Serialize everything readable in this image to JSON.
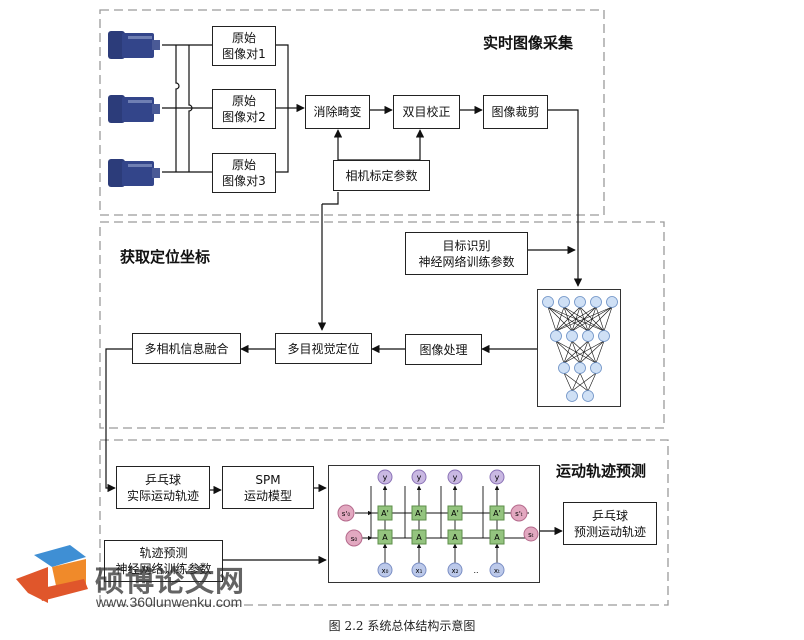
{
  "sections": {
    "capture": "实时图像采集",
    "locate": "获取定位坐标",
    "predict": "运动轨迹预测"
  },
  "boxes": {
    "raw1": [
      "原始",
      "图像对1"
    ],
    "raw2": [
      "原始",
      "图像对2"
    ],
    "raw3": [
      "原始",
      "图像对3"
    ],
    "undistort": [
      "消除畸变"
    ],
    "rectify": [
      "双目校正"
    ],
    "crop": [
      "图像裁剪"
    ],
    "calib": [
      "相机标定参数"
    ],
    "detect": [
      "目标识别",
      "神经网络训练参数"
    ],
    "process": [
      "图像处理"
    ],
    "multiview": [
      "多目视觉定位"
    ],
    "fusion": [
      "多相机信息融合"
    ],
    "actual": [
      "乒乓球",
      "实际运动轨迹"
    ],
    "spm": [
      "SPM",
      "运动模型"
    ],
    "traj": [
      "轨迹预测",
      "神经网络训练参数"
    ],
    "predicted": [
      "乒乓球",
      "预测运动轨迹"
    ]
  },
  "rnn": {
    "y": [
      "y",
      "y",
      "y",
      "y"
    ],
    "x": [
      "x₀",
      "x₁",
      "x₂",
      "..",
      "xₜ"
    ],
    "s_left": [
      "s'₀",
      "s₀"
    ],
    "s_right": [
      "s'ₜ",
      "sₜ"
    ],
    "a": "A",
    "a_prime": "A'"
  },
  "caption": "图 2.2    系统总体结构示意图",
  "watermark": {
    "name": "硕博论文网",
    "url": "www.360lunwenku.com"
  },
  "colors": {
    "camera_blue": "#2c3c7a",
    "node_fill": "#cfe0f5",
    "node_stroke": "#6a8fc4",
    "y_fill": "#c9b8e2",
    "s_fill": "#e2a8c0",
    "a_fill": "#94c47f",
    "x_fill": "#bcc9ea",
    "dash": "#999999"
  }
}
